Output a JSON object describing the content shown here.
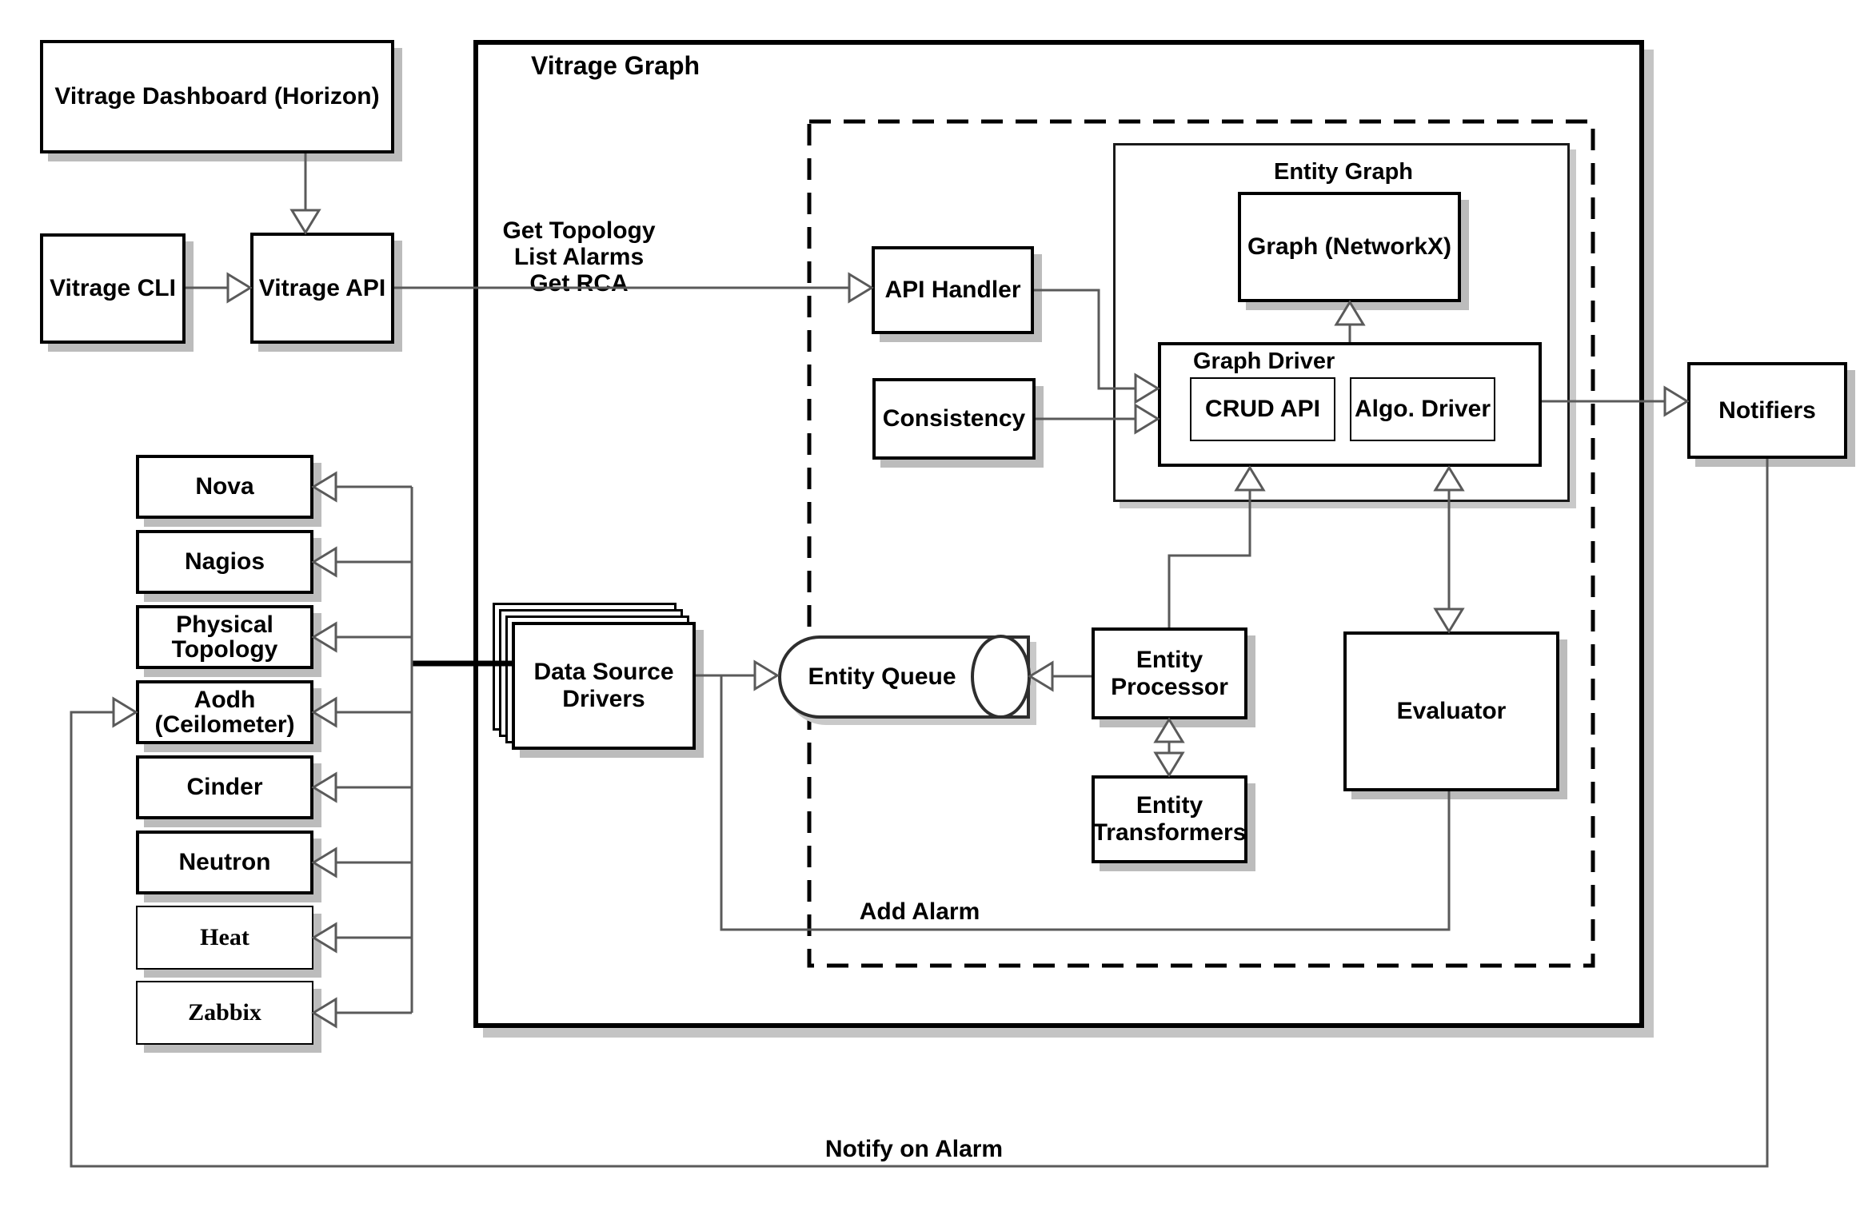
{
  "diagram_title": "Vitrage Graph",
  "nodes": {
    "dashboard": "Vitrage Dashboard (Horizon)",
    "cli": "Vitrage CLI",
    "api": "Vitrage API",
    "api_handler": "API Handler",
    "consistency": "Consistency",
    "entity_graph_title": "Entity Graph",
    "graph_networkx": "Graph (NetworkX)",
    "graph_driver_title": "Graph Driver",
    "crud_api": "CRUD API",
    "algo_driver": "Algo. Driver",
    "data_source_drivers": "Data Source\nDrivers",
    "entity_queue": "Entity Queue",
    "entity_processor": "Entity\nProcessor",
    "entity_transformers": "Entity\nTransformers",
    "evaluator": "Evaluator",
    "notifiers": "Notifiers",
    "sources": [
      {
        "label": "Nova"
      },
      {
        "label": "Nagios"
      },
      {
        "label": "Physical\nTopology"
      },
      {
        "label": "Aodh\n(Ceilometer)"
      },
      {
        "label": "Cinder"
      },
      {
        "label": "Neutron"
      },
      {
        "label": "Heat"
      },
      {
        "label": "Zabbix"
      }
    ]
  },
  "edge_labels": {
    "api_calls": "Get Topology\nList Alarms\nGet RCA",
    "add_alarm": "Add Alarm",
    "notify_on_alarm": "Notify on Alarm"
  },
  "colors": {
    "background": "#ffffff",
    "box_border": "#000000",
    "connector": "#5a5a5a",
    "shadow": "#bcbcbc"
  }
}
